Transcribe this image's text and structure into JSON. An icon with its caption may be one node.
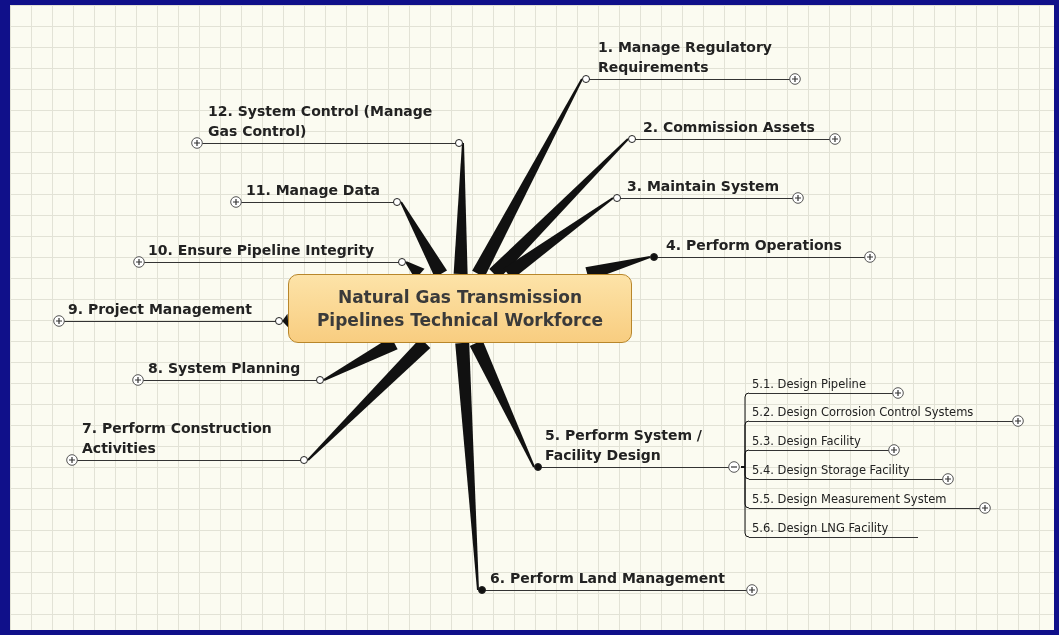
{
  "diagram": {
    "nodes": [
      {
        "text": [
          "Natural Gas Transmission Pipelines Technical Workforce"
        ]
      },
      {
        "text": [
          "1. Manage Regulatory Requirements"
        ]
      },
      {
        "text": [
          "2. Commission Assets"
        ]
      },
      {
        "text": [
          "3. Maintain System"
        ]
      },
      {
        "text": [
          "4. Perform Operations"
        ]
      },
      {
        "text": [
          "5. Perform System / Facility Design"
        ]
      },
      {
        "text": [
          "6. Perform Land Management"
        ]
      },
      {
        "text": [
          "7. Perform Construction Activities"
        ]
      },
      {
        "text": [
          "8. System Planning"
        ]
      },
      {
        "text": [
          "9. Project Management"
        ]
      },
      {
        "text": [
          "10. Ensure Pipeline Integrity"
        ]
      },
      {
        "text": [
          "11. Manage Data"
        ]
      },
      {
        "text": [
          "12. System Control (Manage Gas Control)"
        ]
      },
      {
        "text": [
          "5.1. Design Pipeline"
        ]
      },
      {
        "text": [
          "5.2. Design Corrosion Control Systems"
        ]
      },
      {
        "text": [
          "5.3. Design Facility"
        ]
      },
      {
        "text": [
          "5.4. Design Storage Facility"
        ]
      },
      {
        "text": [
          "5.5. Design Measurement System"
        ]
      },
      {
        "text": [
          "5.6. Design LNG Facility"
        ]
      }
    ],
    "edges": [
      {
        "from": 0,
        "to": 1,
        "arrow": "none",
        "style": "thick"
      },
      {
        "from": 0,
        "to": 2,
        "arrow": "none",
        "style": "thick"
      },
      {
        "from": 0,
        "to": 3,
        "arrow": "none",
        "style": "thick"
      },
      {
        "from": 0,
        "to": 4,
        "arrow": "none",
        "style": "thick"
      },
      {
        "from": 0,
        "to": 5,
        "arrow": "none",
        "style": "thick"
      },
      {
        "from": 0,
        "to": 6,
        "arrow": "none",
        "style": "thick"
      },
      {
        "from": 0,
        "to": 7,
        "arrow": "none",
        "style": "thick"
      },
      {
        "from": 0,
        "to": 8,
        "arrow": "none",
        "style": "thick"
      },
      {
        "from": 0,
        "to": 9,
        "arrow": "none",
        "style": "thick"
      },
      {
        "from": 0,
        "to": 10,
        "arrow": "none",
        "style": "thick"
      },
      {
        "from": 0,
        "to": 11,
        "arrow": "none",
        "style": "thick"
      },
      {
        "from": 0,
        "to": 12,
        "arrow": "none",
        "style": "thick"
      },
      {
        "from": 5,
        "to": 13,
        "arrow": "none"
      },
      {
        "from": 5,
        "to": 14,
        "arrow": "none"
      },
      {
        "from": 5,
        "to": 15,
        "arrow": "none"
      },
      {
        "from": 5,
        "to": 16,
        "arrow": "none"
      },
      {
        "from": 5,
        "to": 17,
        "arrow": "none"
      },
      {
        "from": 5,
        "to": 18,
        "arrow": "none"
      }
    ]
  }
}
